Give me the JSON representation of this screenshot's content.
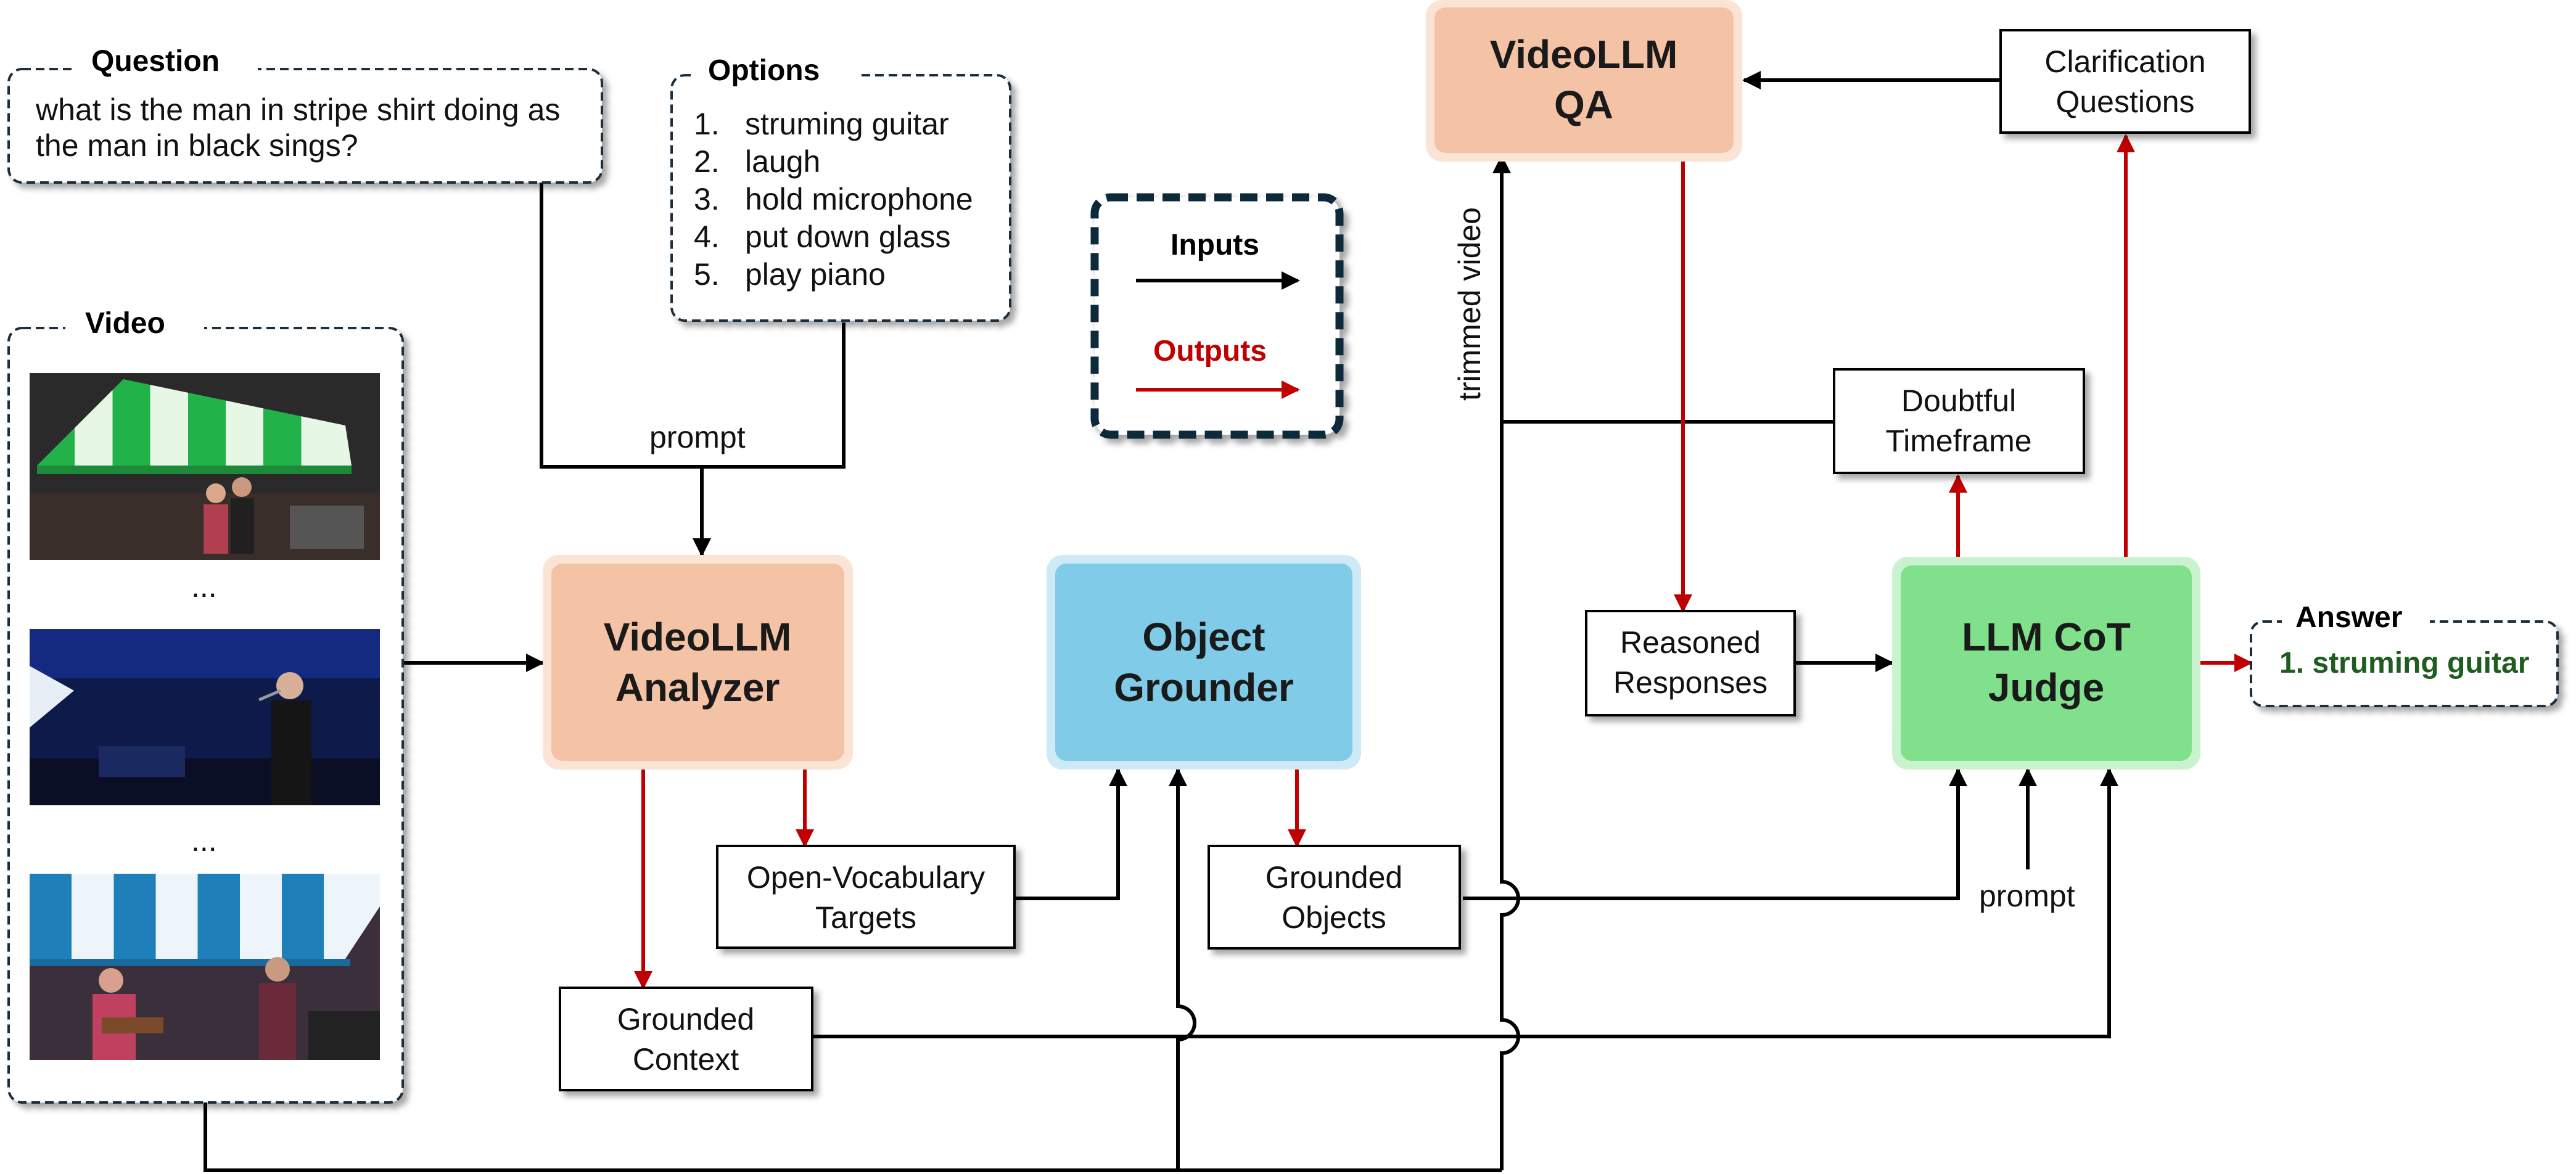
{
  "question": {
    "title": "Question",
    "line1": "what is the man in stripe shirt doing as",
    "line2": "the man in black sings?"
  },
  "options": {
    "title": "Options",
    "items": [
      {
        "num": "1.",
        "text": "struming guitar"
      },
      {
        "num": "2.",
        "text": "laugh"
      },
      {
        "num": "3.",
        "text": "hold microphone"
      },
      {
        "num": "4.",
        "text": "put down glass"
      },
      {
        "num": "5.",
        "text": "play piano"
      }
    ]
  },
  "video": {
    "title": "Video",
    "ellipsis1": "...",
    "ellipsis2": "..."
  },
  "legend": {
    "inputs": "Inputs",
    "outputs": "Outputs"
  },
  "labels": {
    "prompt_left": "prompt",
    "prompt_right": "prompt",
    "trimmed_video": "trimmed video"
  },
  "modules": {
    "analyzer": {
      "line1": "VideoLLM",
      "line2": "Analyzer"
    },
    "grounder": {
      "line1": "Object",
      "line2": "Grounder"
    },
    "qa": {
      "line1": "VideoLLM",
      "line2": "QA"
    },
    "judge": {
      "line1": "LLM CoT",
      "line2": "Judge"
    }
  },
  "boxes": {
    "open_vocab": {
      "line1": "Open-Vocabulary",
      "line2": "Targets"
    },
    "grounded_context": {
      "line1": "Grounded",
      "line2": "Context"
    },
    "grounded_objects": {
      "line1": "Grounded",
      "line2": "Objects"
    },
    "reasoned": {
      "line1": "Reasoned",
      "line2": "Responses"
    },
    "doubtful": {
      "line1": "Doubtful",
      "line2": "Timeframe"
    },
    "clarification": {
      "line1": "Clarification",
      "line2": "Questions"
    }
  },
  "answer": {
    "title": "Answer",
    "text": "1. struming guitar"
  },
  "colors": {
    "input_arrow": "#000000",
    "output_arrow": "#c00000",
    "analyzer_fill": "#f4c3a6",
    "qa_fill": "#f4c3a6",
    "grounder_fill": "#7fcbe8",
    "judge_fill": "#80e08c",
    "answer_text": "#1f5c1f",
    "legend_border": "#0e2a3a"
  }
}
